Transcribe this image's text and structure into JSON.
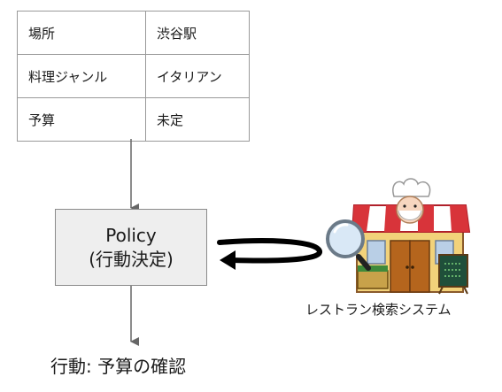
{
  "slot_table": {
    "rows": [
      {
        "key": "場所",
        "value": "渋谷駅"
      },
      {
        "key": "料理ジャンル",
        "value": "イタリアン"
      },
      {
        "key": "予算",
        "value": "未定"
      }
    ]
  },
  "policy": {
    "line1": "Policy",
    "line2": "(行動決定)"
  },
  "action": {
    "label": "行動: 予算の確認"
  },
  "system": {
    "label": "レストラン検索システム"
  },
  "colors": {
    "awning_red": "#d8343a",
    "shop_wall": "#f2d27a",
    "door": "#b5651d",
    "glass": "#b9cfe6"
  }
}
